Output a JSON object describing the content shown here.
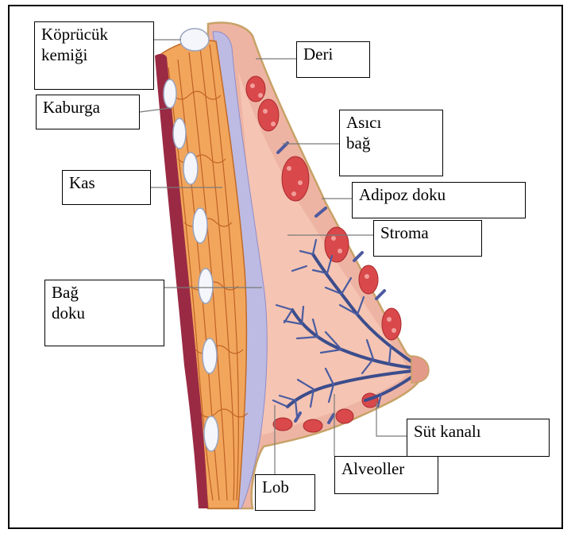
{
  "labels": {
    "kopruculuk_kemigi": "Köprücük\nkemiği",
    "kaburga": "Kaburga",
    "kas": "Kas",
    "bag_doku": "Bağ\ndoku",
    "deri": "Deri",
    "asici_bag": "Asıcı\nbağ",
    "adipoz_doku": "Adipoz doku",
    "stroma": "Stroma",
    "sut_kanali": "Süt kanalı",
    "alveoller": "Alveoller",
    "lob": "Lob"
  },
  "colors": {
    "skin": "#e8a797",
    "fat_lobule": "#d9484a",
    "duct": "#3c4d8c",
    "muscle": "#f0a255",
    "muscle_lines": "#b8561c",
    "connective": "#b9b8e2",
    "rib": "#f4f6fb",
    "chest_wall": "#9a2a44",
    "outline": "#c7a267"
  }
}
